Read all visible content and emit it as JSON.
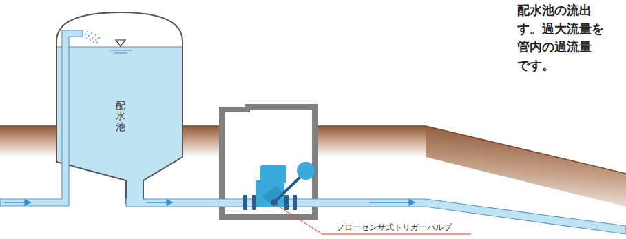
{
  "diagram": {
    "nodes": [
      {
        "text": [
          "配水池"
        ]
      }
    ],
    "labels": [
      "配水池の流出 す。過大流量を 管内の過流量 です。",
      "フローセンサ式トリガーバルブ"
    ]
  }
}
